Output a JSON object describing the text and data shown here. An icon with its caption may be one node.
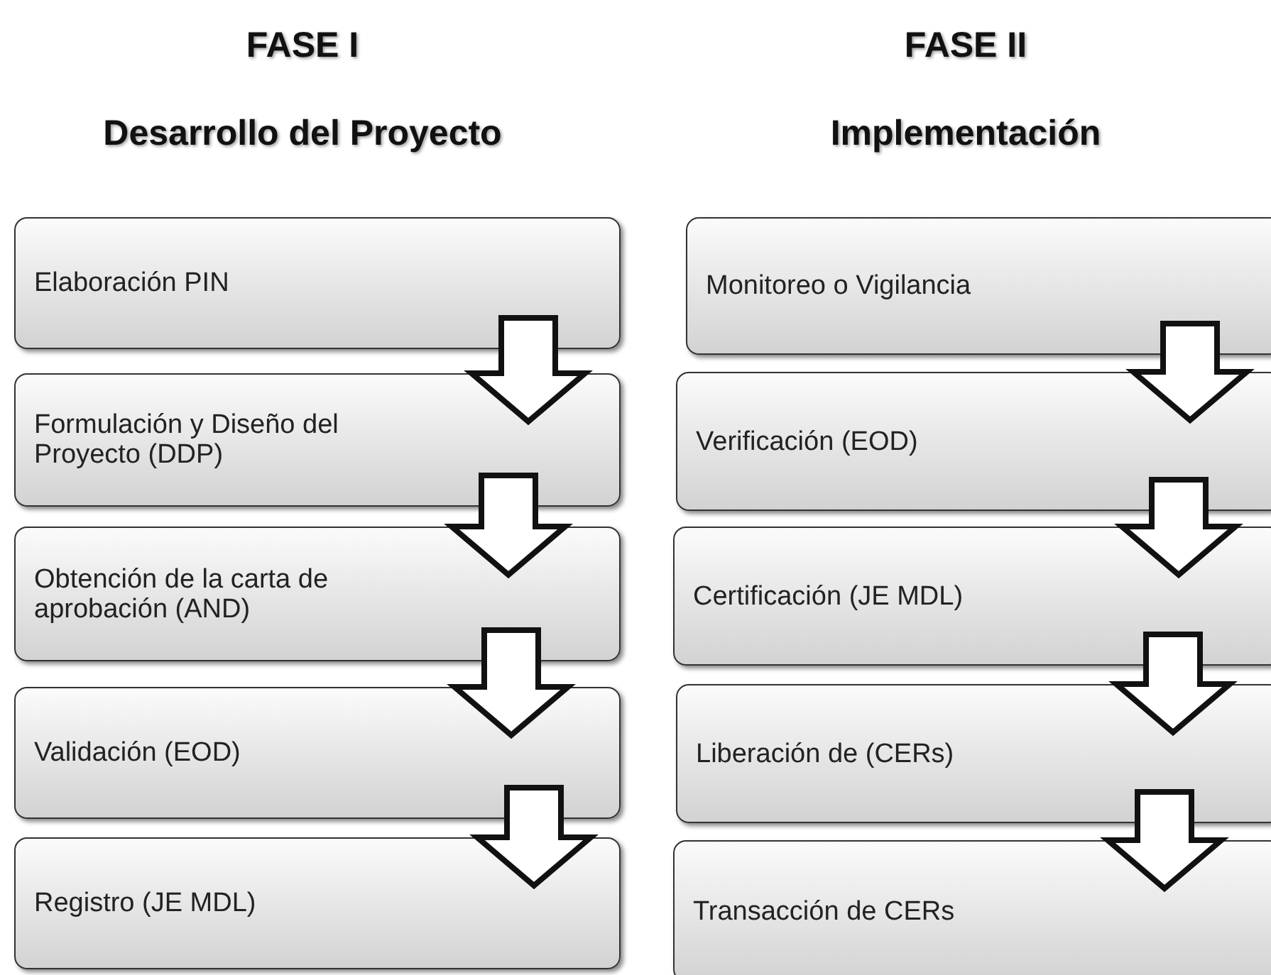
{
  "diagram": {
    "nodes": [
      {
        "text": [
          "Elaboración PIN"
        ]
      },
      {
        "text": [
          "Formulación y Diseño del Proyecto (DDP)"
        ]
      },
      {
        "text": [
          "Obtención de la carta de aprobación (AND)"
        ]
      },
      {
        "text": [
          "Validación (EOD)"
        ]
      },
      {
        "text": [
          "Registro (JE MDL)"
        ]
      },
      {
        "text": [
          "Monitoreo o Vigilancia"
        ]
      },
      {
        "text": [
          "Verificación (EOD)"
        ]
      },
      {
        "text": [
          "Certificación (JE MDL)"
        ]
      },
      {
        "text": [
          "Liberación de (CERs)"
        ]
      },
      {
        "text": [
          "Transacción de CERs"
        ]
      }
    ],
    "edges": [
      {
        "from": 0,
        "to": 1,
        "arrow": "to"
      },
      {
        "from": 1,
        "to": 2,
        "arrow": "to"
      },
      {
        "from": 2,
        "to": 3,
        "arrow": "to"
      },
      {
        "from": 3,
        "to": 4,
        "arrow": "to"
      },
      {
        "from": 5,
        "to": 6,
        "arrow": "to"
      },
      {
        "from": 6,
        "to": 7,
        "arrow": "to"
      },
      {
        "from": 7,
        "to": 8,
        "arrow": "to"
      },
      {
        "from": 8,
        "to": 9,
        "arrow": "to"
      }
    ],
    "labels": [
      "FASE I",
      "FASE II",
      "Desarrollo del Proyecto",
      "Implementación"
    ]
  }
}
